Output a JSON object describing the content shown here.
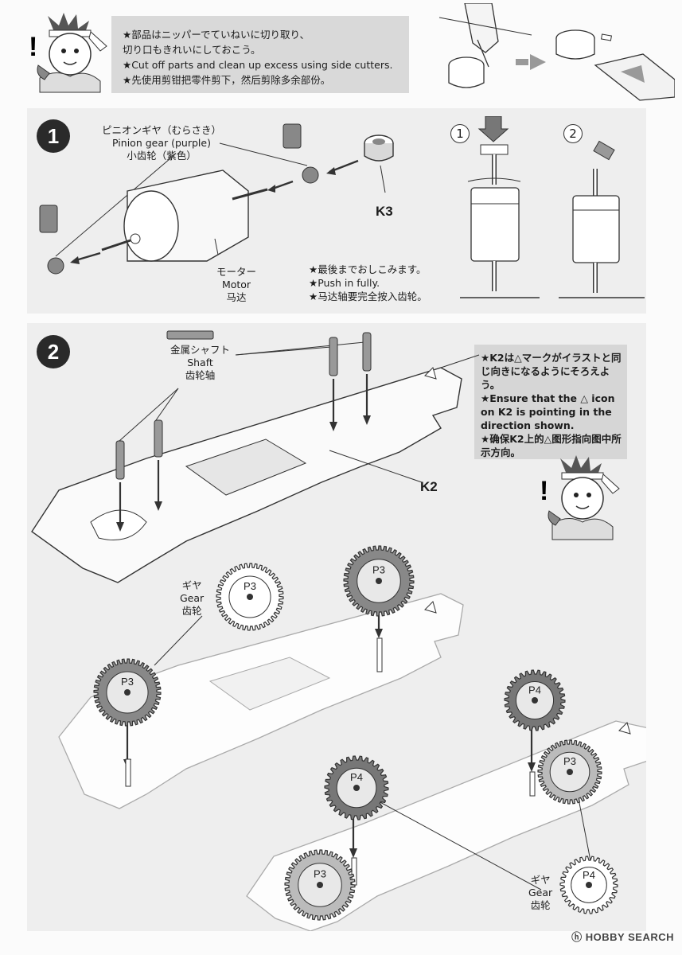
{
  "notes": {
    "top": [
      "★部品はニッパーでていねいに切り取り、",
      "切り口もきれいにしておこう。",
      "★Cut off parts and clean up excess using side cutters.",
      "★先使用剪钳把零件剪下，然后剪除多余部份。"
    ],
    "k2": [
      "★K2は△マークがイラストと同じ向きになるようにそろえよう。",
      "★Ensure that the △ icon on K2 is pointing in the direction shown.",
      "★确保K2上的△图形指向图中所示方向。"
    ],
    "push": [
      "★最後までおしこみます。",
      "★Push in fully.",
      "★马达轴要完全按入齿轮。"
    ]
  },
  "step1": {
    "number": "1",
    "pinion": [
      "ピニオンギヤ（むらさき）",
      "Pinion gear (purple)",
      "小齿轮（紫色）"
    ],
    "motor": [
      "モーター",
      "Motor",
      "马达"
    ],
    "k3": "K3",
    "sub1": "1",
    "sub2": "2"
  },
  "step2": {
    "number": "2",
    "shaft": [
      "金属シャフト",
      "Shaft",
      "齿轮轴"
    ],
    "k2": "K2",
    "gear": [
      "ギヤ",
      "Gear",
      "齿轮"
    ],
    "p3": "P3",
    "p4": "P4"
  },
  "watermark": "HOBBY SEARCH"
}
